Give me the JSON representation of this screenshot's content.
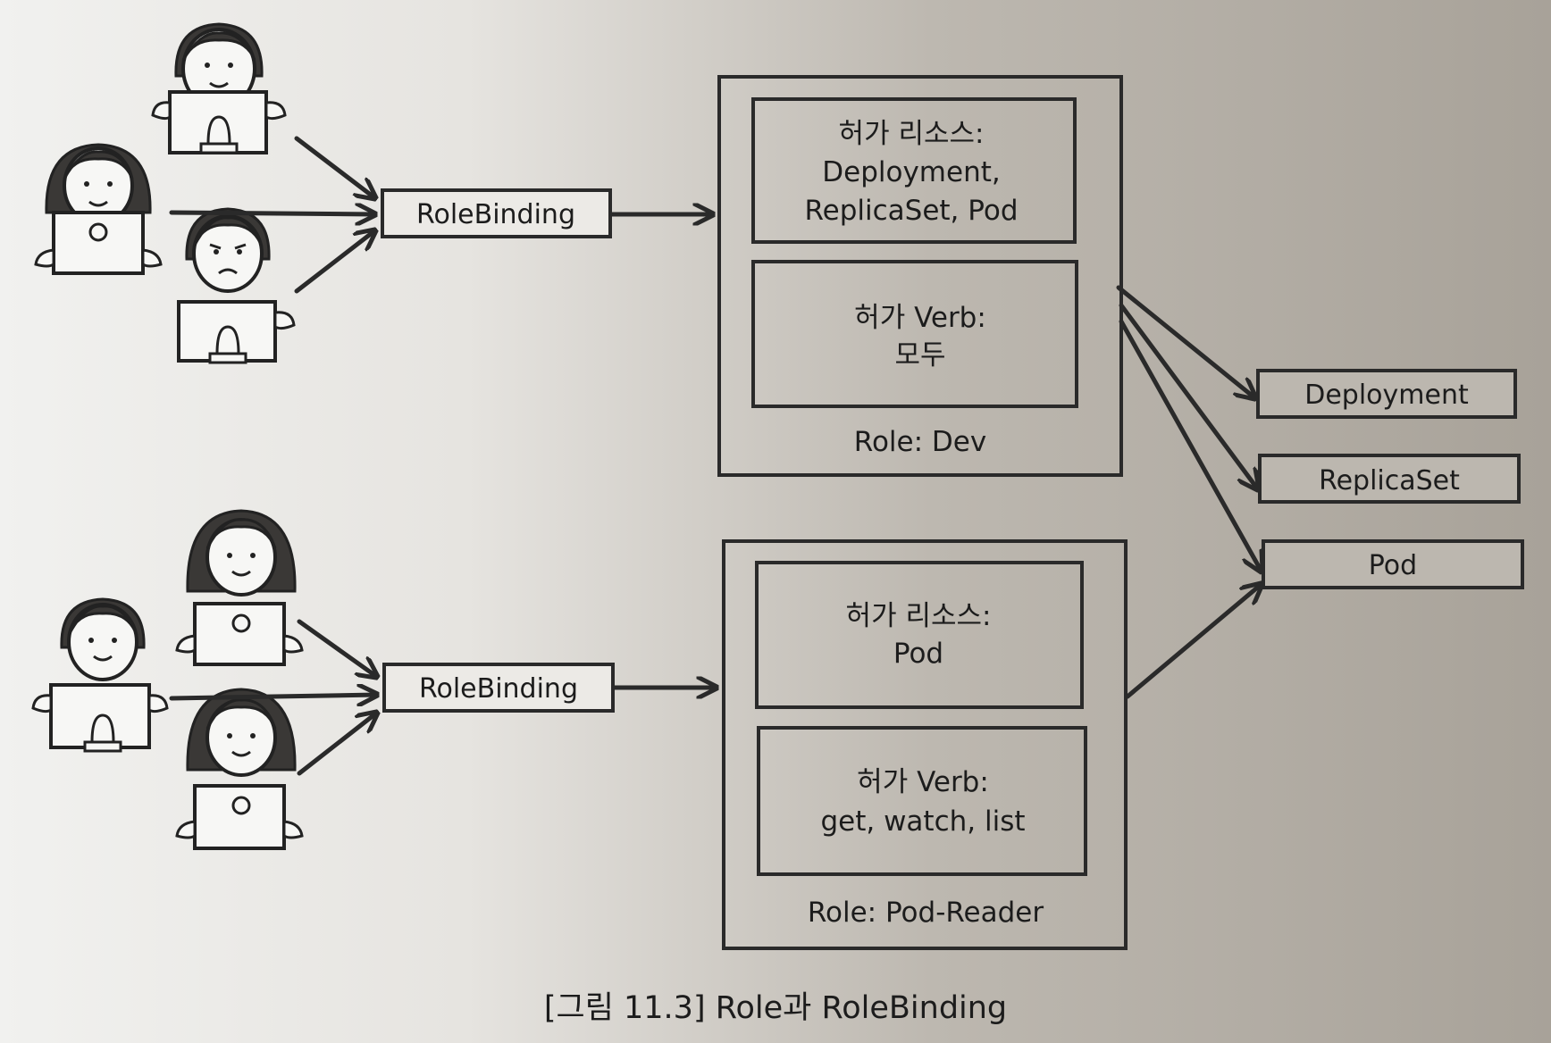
{
  "rolebinding_top": "RoleBinding",
  "rolebinding_bottom": "RoleBinding",
  "role_dev": {
    "resources_label": "허가 리소스:",
    "resources_line1": "Deployment,",
    "resources_line2": "ReplicaSet, Pod",
    "verb_label": "허가 Verb:",
    "verb_value": "모두",
    "name": "Role: Dev"
  },
  "role_pod_reader": {
    "resources_label": "허가 리소스:",
    "resources_value": "Pod",
    "verb_label": "허가 Verb:",
    "verb_value": "get, watch, list",
    "name": "Role: Pod-Reader"
  },
  "resources": {
    "deployment": "Deployment",
    "replicaset": "ReplicaSet",
    "pod": "Pod"
  },
  "caption": "[그림 11.3] Role과 RoleBinding"
}
